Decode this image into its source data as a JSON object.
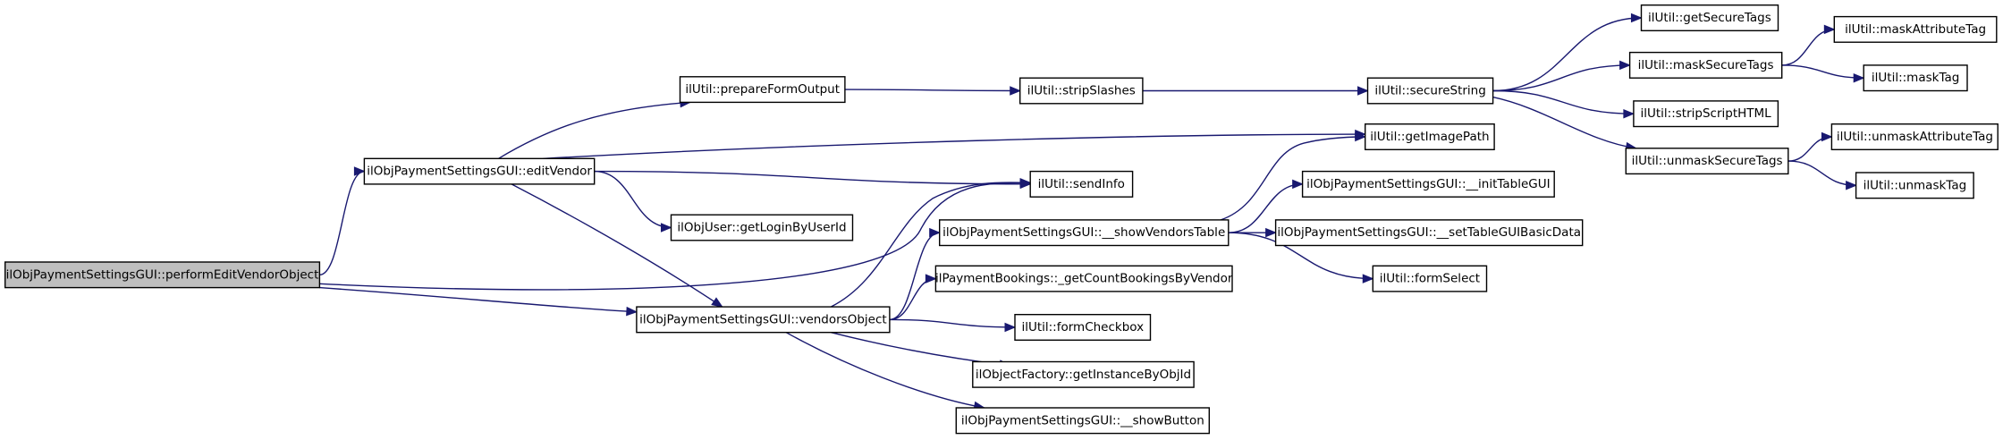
{
  "graph": {
    "edge_color": "#191970",
    "root_fill": "#bfbfbf",
    "nodes": [
      {
        "id": "root",
        "label": "ilObjPaymentSettingsGUI::performEditVendorObject"
      },
      {
        "id": "editVendor",
        "label": "ilObjPaymentSettingsGUI::editVendor"
      },
      {
        "id": "vendorsObject",
        "label": "ilObjPaymentSettingsGUI::vendorsObject"
      },
      {
        "id": "prepareFormOutput",
        "label": "ilUtil::prepareFormOutput"
      },
      {
        "id": "getLoginByUserId",
        "label": "ilObjUser::getLoginByUserId"
      },
      {
        "id": "sendInfo",
        "label": "ilUtil::sendInfo"
      },
      {
        "id": "stripSlashes",
        "label": "ilUtil::stripSlashes"
      },
      {
        "id": "secureString",
        "label": "ilUtil::secureString"
      },
      {
        "id": "getImagePath",
        "label": "ilUtil::getImagePath"
      },
      {
        "id": "showVendorsTable",
        "label": "ilObjPaymentSettingsGUI::__showVendorsTable"
      },
      {
        "id": "getCountBookings",
        "label": "ilPaymentBookings::_getCountBookingsByVendor"
      },
      {
        "id": "formCheckbox",
        "label": "ilUtil::formCheckbox"
      },
      {
        "id": "getInstanceByObjId",
        "label": "ilObjectFactory::getInstanceByObjId"
      },
      {
        "id": "showButton",
        "label": "ilObjPaymentSettingsGUI::__showButton"
      },
      {
        "id": "initTableGUI",
        "label": "ilObjPaymentSettingsGUI::__initTableGUI"
      },
      {
        "id": "setTableGUIBasicData",
        "label": "ilObjPaymentSettingsGUI::__setTableGUIBasicData"
      },
      {
        "id": "formSelect",
        "label": "ilUtil::formSelect"
      },
      {
        "id": "getSecureTags",
        "label": "ilUtil::getSecureTags"
      },
      {
        "id": "maskSecureTags",
        "label": "ilUtil::maskSecureTags"
      },
      {
        "id": "stripScriptHTML",
        "label": "ilUtil::stripScriptHTML"
      },
      {
        "id": "unmaskSecureTags",
        "label": "ilUtil::unmaskSecureTags"
      },
      {
        "id": "maskAttributeTag",
        "label": "ilUtil::maskAttributeTag"
      },
      {
        "id": "maskTag",
        "label": "ilUtil::maskTag"
      },
      {
        "id": "unmaskAttributeTag",
        "label": "ilUtil::unmaskAttributeTag"
      },
      {
        "id": "unmaskTag",
        "label": "ilUtil::unmaskTag"
      }
    ],
    "edges": [
      {
        "from": "root",
        "to": "editVendor"
      },
      {
        "from": "root",
        "to": "sendInfo"
      },
      {
        "from": "root",
        "to": "vendorsObject"
      },
      {
        "from": "editVendor",
        "to": "prepareFormOutput"
      },
      {
        "from": "editVendor",
        "to": "getImagePath"
      },
      {
        "from": "editVendor",
        "to": "sendInfo"
      },
      {
        "from": "editVendor",
        "to": "getLoginByUserId"
      },
      {
        "from": "editVendor",
        "to": "vendorsObject"
      },
      {
        "from": "prepareFormOutput",
        "to": "stripSlashes"
      },
      {
        "from": "stripSlashes",
        "to": "secureString"
      },
      {
        "from": "secureString",
        "to": "getSecureTags"
      },
      {
        "from": "secureString",
        "to": "maskSecureTags"
      },
      {
        "from": "secureString",
        "to": "stripScriptHTML"
      },
      {
        "from": "secureString",
        "to": "unmaskSecureTags"
      },
      {
        "from": "maskSecureTags",
        "to": "maskAttributeTag"
      },
      {
        "from": "maskSecureTags",
        "to": "maskTag"
      },
      {
        "from": "unmaskSecureTags",
        "to": "unmaskAttributeTag"
      },
      {
        "from": "unmaskSecureTags",
        "to": "unmaskTag"
      },
      {
        "from": "vendorsObject",
        "to": "sendInfo"
      },
      {
        "from": "vendorsObject",
        "to": "showVendorsTable"
      },
      {
        "from": "vendorsObject",
        "to": "getCountBookings"
      },
      {
        "from": "vendorsObject",
        "to": "formCheckbox"
      },
      {
        "from": "vendorsObject",
        "to": "getInstanceByObjId"
      },
      {
        "from": "vendorsObject",
        "to": "showButton"
      },
      {
        "from": "showVendorsTable",
        "to": "getImagePath"
      },
      {
        "from": "showVendorsTable",
        "to": "initTableGUI"
      },
      {
        "from": "showVendorsTable",
        "to": "setTableGUIBasicData"
      },
      {
        "from": "showVendorsTable",
        "to": "formSelect"
      }
    ]
  }
}
